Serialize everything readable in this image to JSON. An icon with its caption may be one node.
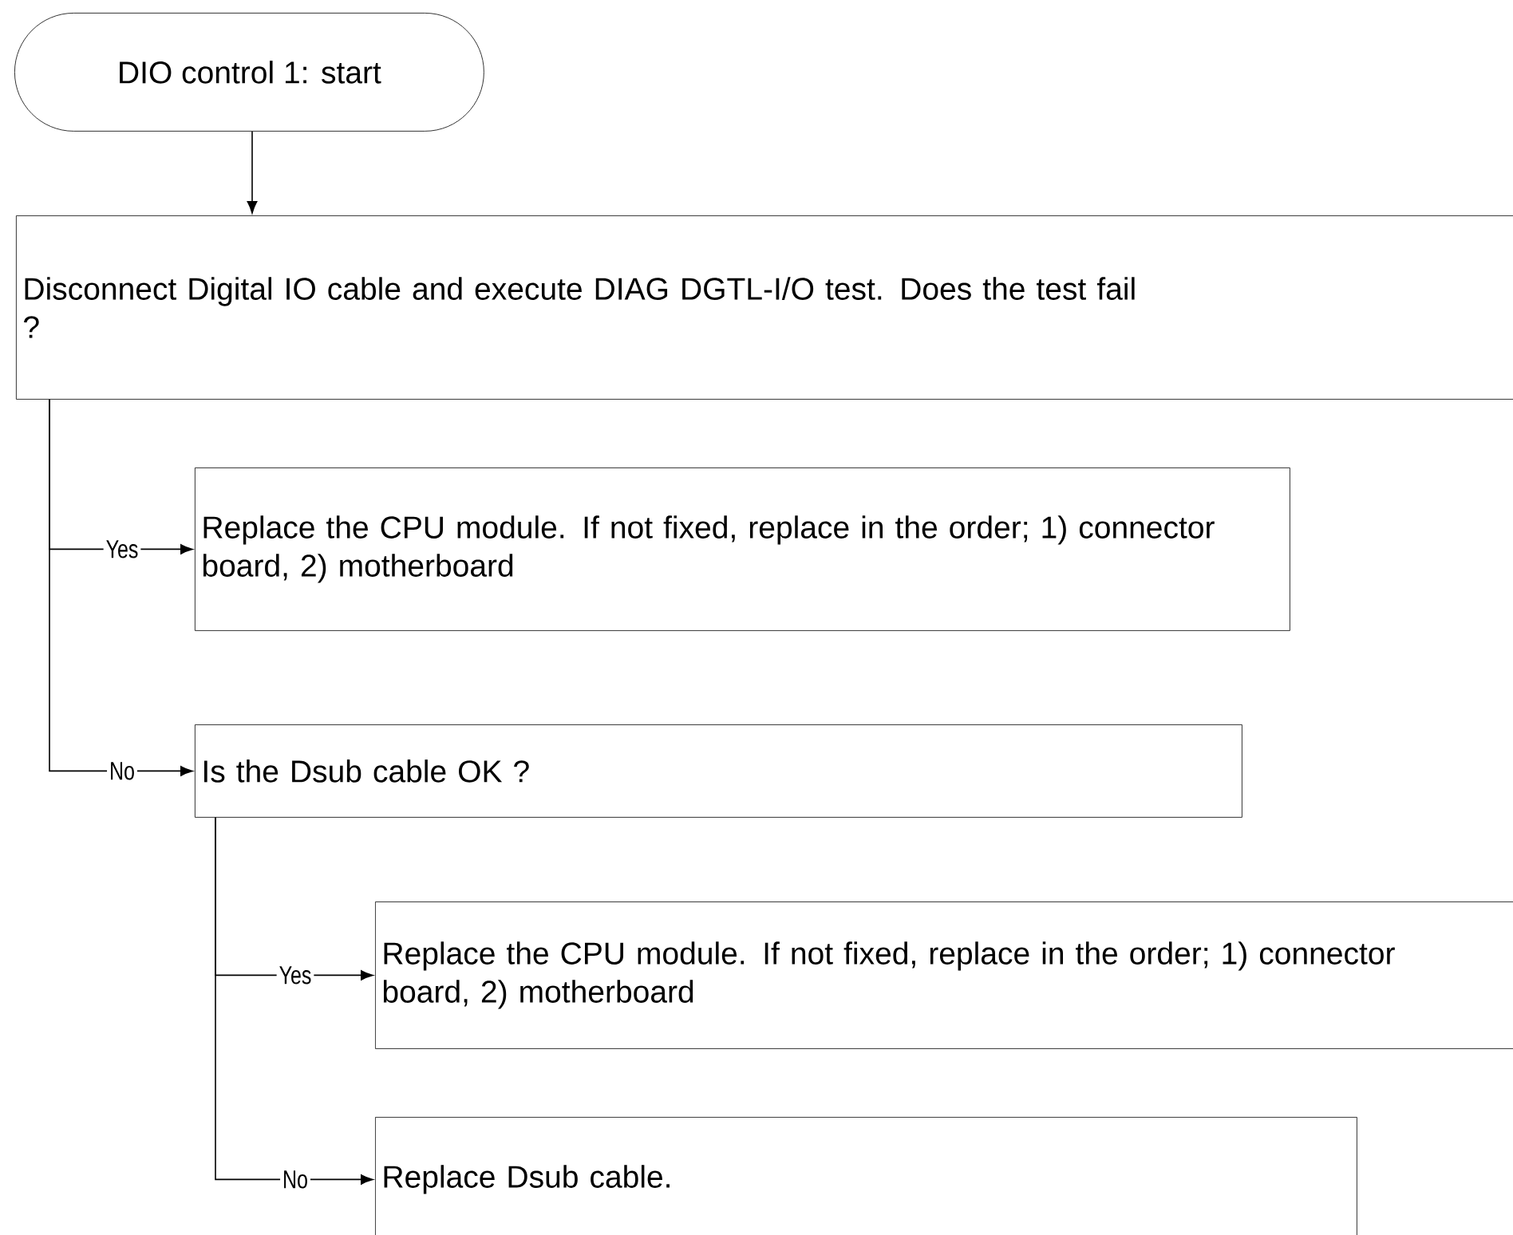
{
  "diagram": {
    "nodes": [
      {
        "text": [
          "DIO control 1: start"
        ]
      },
      {
        "text": [
          "Disconnect Digital IO cable and execute DIAG DGTL-I/O test. Does the test fail ?"
        ]
      },
      {
        "text": [
          "Replace the CPU module. If not fixed, replace in the order; 1) connector board, 2) motherboard"
        ]
      },
      {
        "text": [
          "Is the Dsub cable OK ?"
        ]
      },
      {
        "text": [
          "Replace the CPU module. If not fixed, replace in the order; 1) connector board, 2) motherboard"
        ]
      },
      {
        "text": [
          "Replace Dsub cable."
        ]
      }
    ],
    "edges": [
      {
        "from": 0,
        "to": 1,
        "arrow": "to"
      },
      {
        "from": 1,
        "to": 2,
        "arrow": "to",
        "label": "Yes"
      },
      {
        "from": 1,
        "to": 3,
        "arrow": "to",
        "label": "No"
      },
      {
        "from": 3,
        "to": 4,
        "arrow": "to",
        "label": "Yes"
      },
      {
        "from": 3,
        "to": 5,
        "arrow": "to",
        "label": "No"
      }
    ]
  }
}
